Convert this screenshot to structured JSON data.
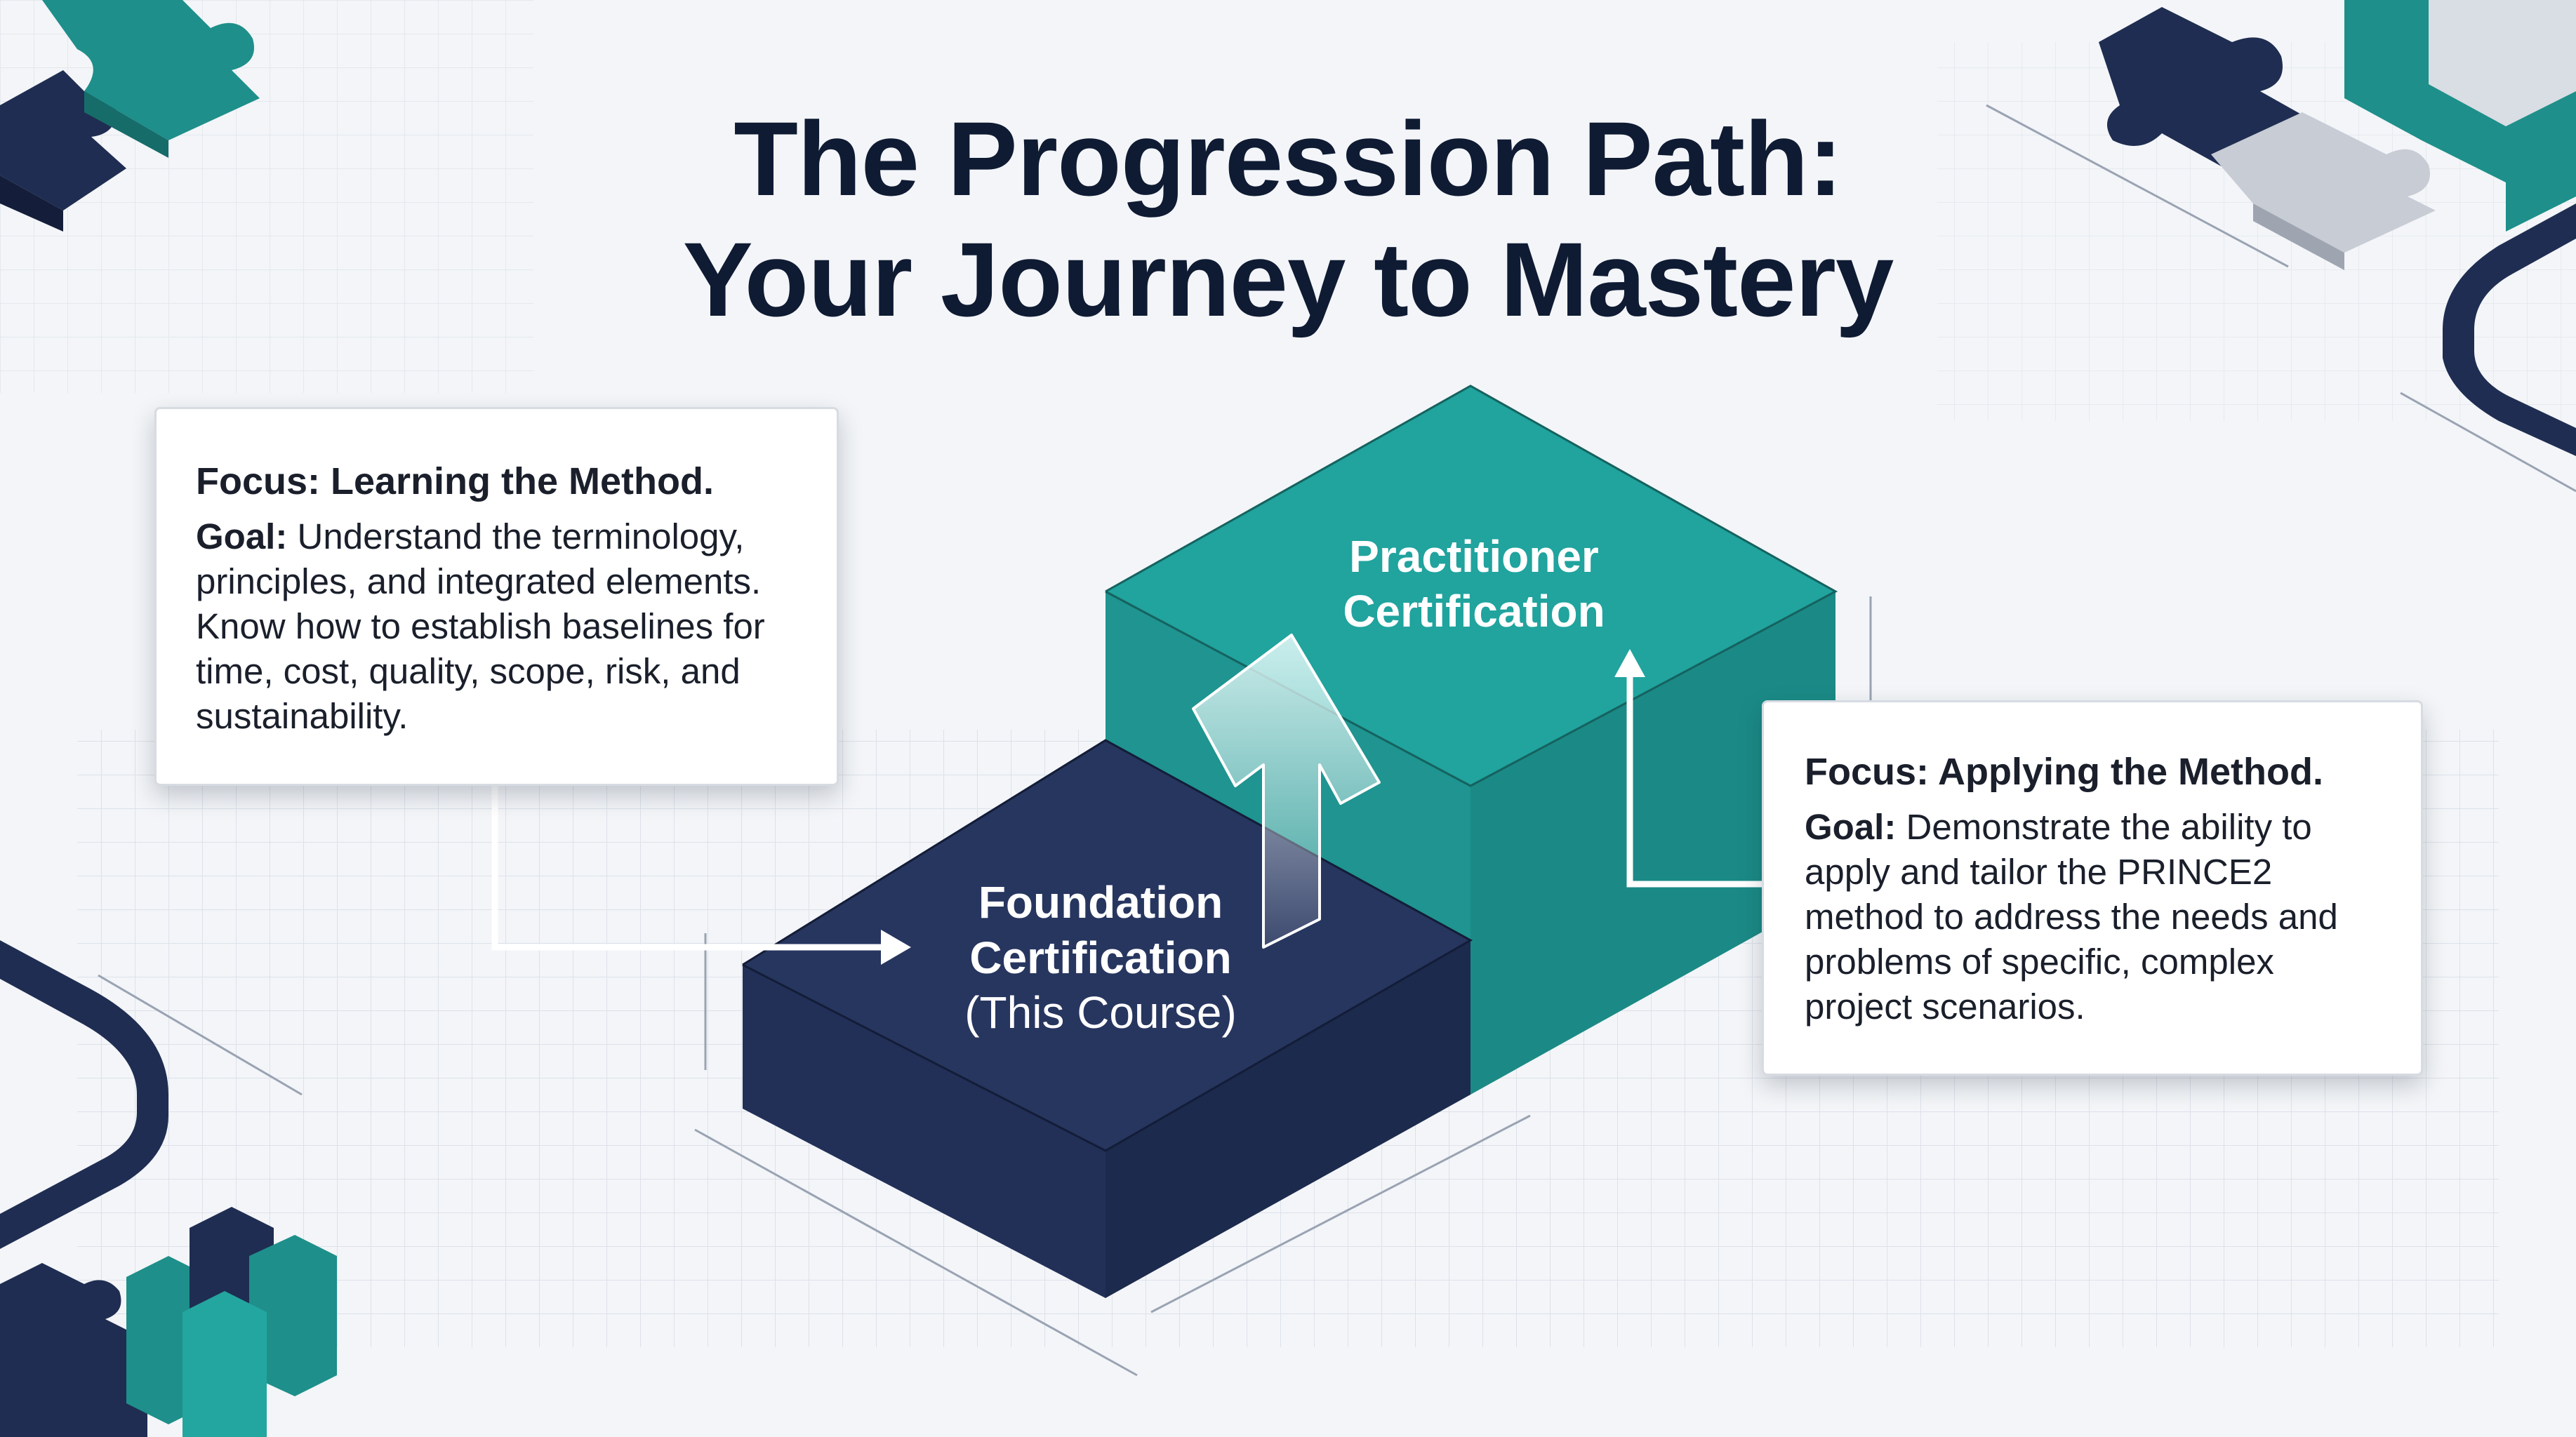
{
  "title": {
    "line1": "The Progression Path:",
    "line2": "Your Journey to Mastery"
  },
  "colors": {
    "navy": "#1f2d52",
    "teal": "#1f9490",
    "background": "#f3f5f8",
    "card": "#ffffff",
    "text": "#0f1b33"
  },
  "foundation": {
    "line1": "Foundation",
    "line2": "Certification",
    "line3": "(This Course)",
    "focus": "Focus: Learning the Method.",
    "goal_label": "Goal:",
    "goal_text": "Understand the terminology, principles, and integrated elements. Know how to establish baselines for time, cost, quality, scope, risk, and sustainability."
  },
  "practitioner": {
    "line1": "Practitioner",
    "line2": "Certification",
    "focus": "Focus: Applying the Method.",
    "goal_label": "Goal:",
    "goal_text": "Demonstrate the ability to apply and tailor the PRINCE2 method to address the needs and problems of specific, complex project scenarios."
  },
  "icons": [
    "puzzle-piece-icon",
    "up-arrow-icon",
    "right-arrow-icon",
    "conveyor-belt-icon",
    "bar-blocks-icon"
  ]
}
